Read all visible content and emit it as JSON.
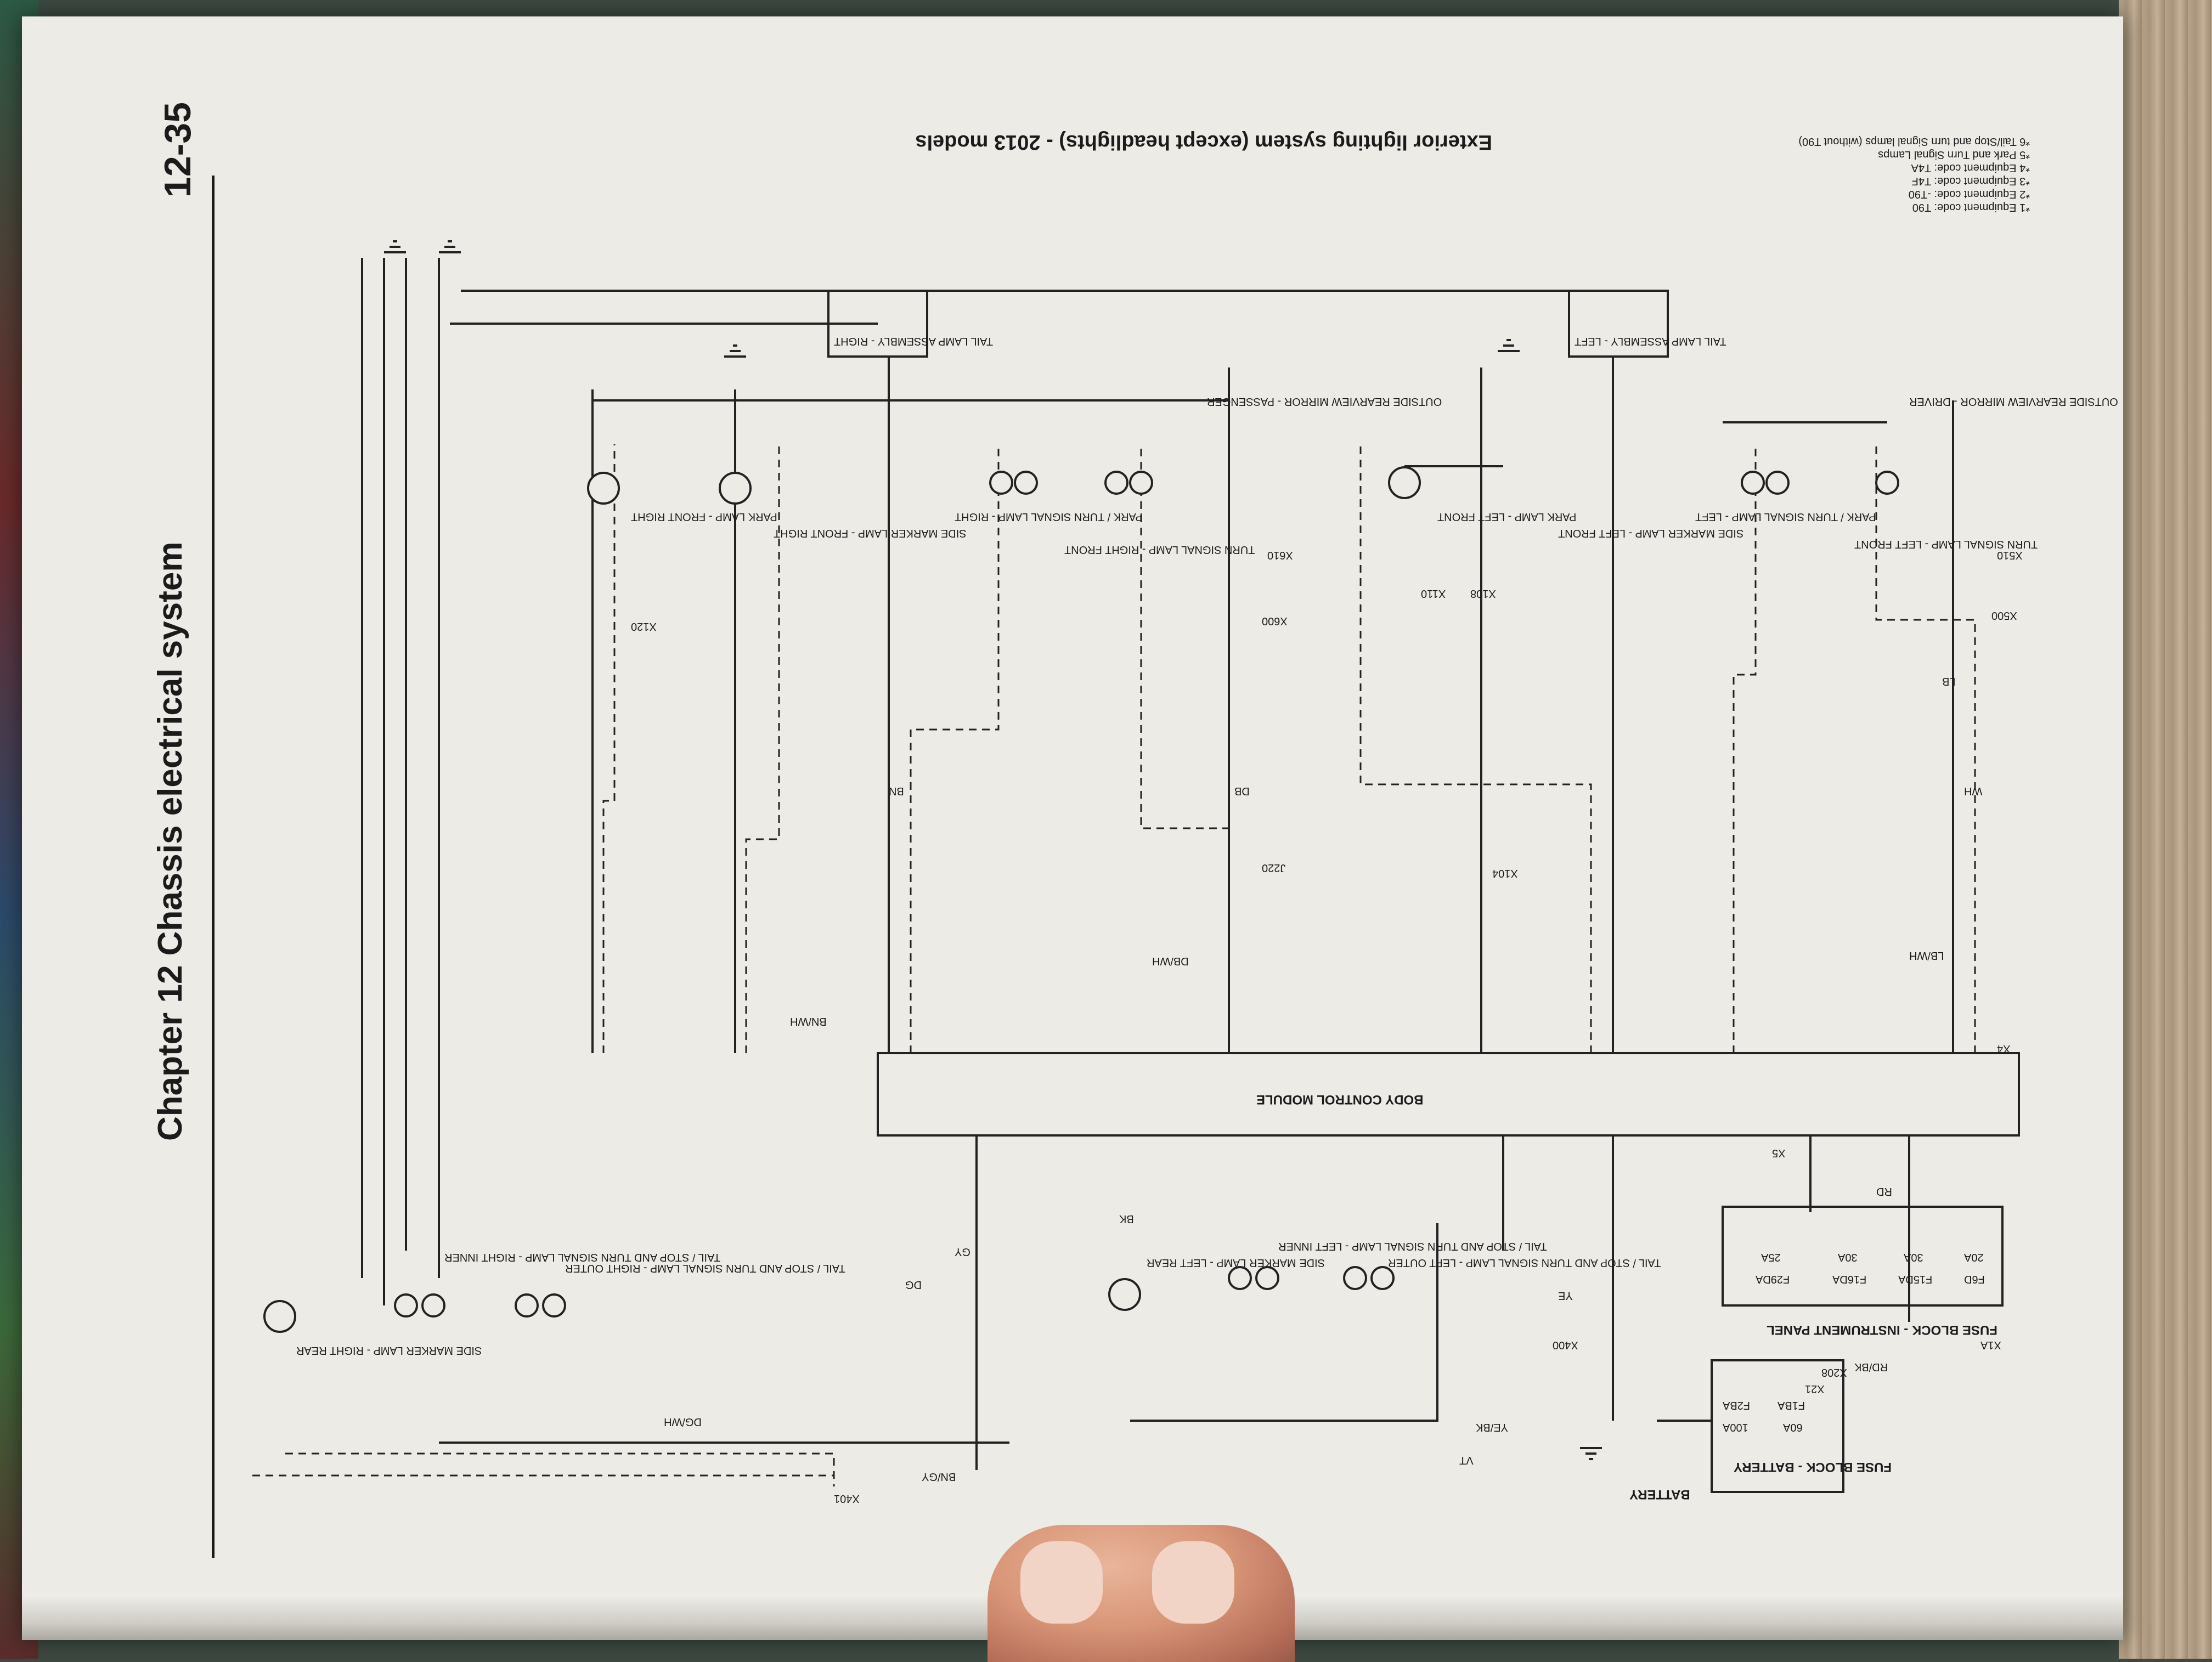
{
  "page": {
    "chapter": "Chapter 12   Chassis electrical system",
    "page_number": "12-35",
    "diagram_title": "Exterior lighting system (except headlights) - 2013 models"
  },
  "notes": [
    "*1 Equipment code: T90",
    "*2 Equipment code: -T90",
    "*3 Equipment code: T4F",
    "*4 Equipment code: T4A",
    "*5 Park and Turn Signal Lamps",
    "*6 Tail/Stop and turn Signal lamps (without T90)"
  ],
  "components": {
    "battery": "BATTERY",
    "fuse_block_battery": "FUSE BLOCK - BATTERY",
    "fuse_block_instrument": "FUSE BLOCK - INSTRUMENT PANEL",
    "bcm": "BODY CONTROL MODULE",
    "tail_lamp_left": "TAIL LAMP ASSEMBLY - LEFT",
    "tail_lamp_right": "TAIL LAMP ASSEMBLY - RIGHT",
    "mirror_driver": "OUTSIDE REARVIEW MIRROR - DRIVER",
    "mirror_passenger": "OUTSIDE REARVIEW MIRROR - PASSENGER",
    "park_turn_left": "PARK / TURN SIGNAL LAMP - LEFT",
    "park_turn_right": "PARK / TURN SIGNAL LAMP - RIGHT",
    "turn_signal_lamp_left_front": "TURN SIGNAL LAMP - LEFT FRONT",
    "turn_signal_lamp_right_front": "TURN SIGNAL LAMP - RIGHT FRONT",
    "side_marker_left_front": "SIDE MARKER LAMP - LEFT FRONT",
    "side_marker_right_front": "SIDE MARKER LAMP - FRONT RIGHT",
    "park_lamp_left_front": "PARK LAMP - LEFT FRONT",
    "park_lamp_right_front": "PARK LAMP - FRONT RIGHT",
    "tail_stop_turn_left_outer": "TAIL / STOP AND TURN SIGNAL LAMP - LEFT OUTER",
    "tail_stop_turn_left_inner": "TAIL / STOP AND TURN SIGNAL LAMP - LEFT INNER",
    "tail_stop_turn_right_outer": "TAIL / STOP AND TURN SIGNAL LAMP - RIGHT OUTER",
    "tail_stop_turn_right_inner": "TAIL / STOP AND TURN SIGNAL LAMP - RIGHT INNER",
    "side_marker_left_rear": "SIDE MARKER LAMP - LEFT REAR",
    "side_marker_right_rear": "SIDE MARKER LAMP - RIGHT REAR"
  },
  "fuses": {
    "battery": [
      {
        "name": "F1BA",
        "rating": "60A"
      },
      {
        "name": "F2BA",
        "rating": "100A"
      }
    ],
    "instrument": [
      {
        "name": "F6D",
        "rating": "20A"
      },
      {
        "name": "F15DA",
        "rating": "30A"
      },
      {
        "name": "F16DA",
        "rating": "30A"
      },
      {
        "name": "F29DA",
        "rating": "25A"
      }
    ]
  },
  "connectors": [
    "X1A",
    "X208",
    "X21",
    "X400",
    "X401",
    "X104",
    "X108",
    "X110",
    "X120",
    "X500",
    "X510",
    "X600",
    "X610",
    "X4",
    "X5",
    "J220"
  ],
  "wire_colors": [
    "RD/BK",
    "YE/BK",
    "VT",
    "LB",
    "WH",
    "BN",
    "DB",
    "DG",
    "GY",
    "BK",
    "DB/WH",
    "DG/WH",
    "BN/WH",
    "BN/GY",
    "LB/WH",
    "YE",
    "RD"
  ]
}
